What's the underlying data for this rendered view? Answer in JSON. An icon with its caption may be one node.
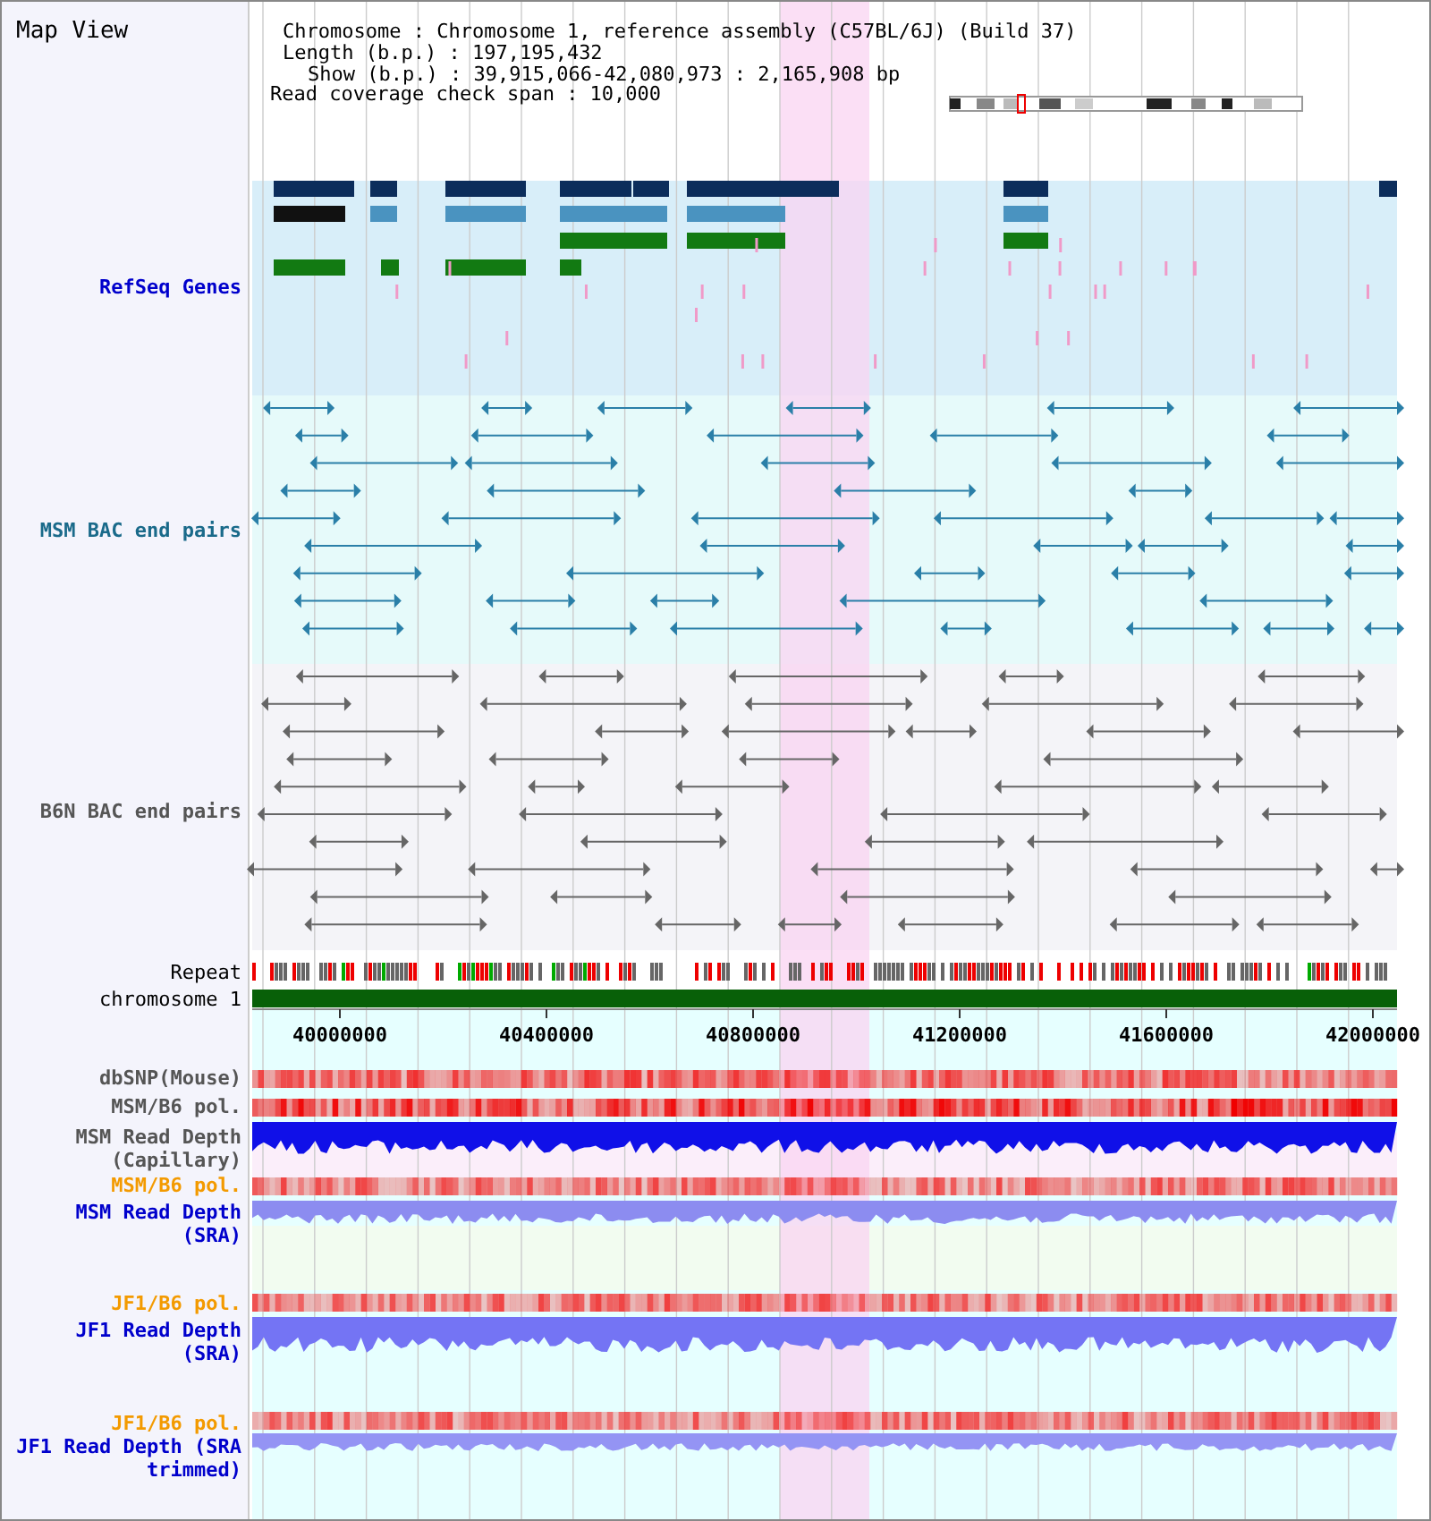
{
  "diagram": {
    "title": "Map View",
    "labels": [
      "Chromosome : Chromosome 1, reference assembly (C57BL/6J) (Build 37)",
      "Length (b.p.) : 197,195,432",
      "Show (b.p.) : 39,915,066-42,080,973 : 2,165,908 bp",
      "Read coverage check span : 10,000",
      "RefSeq Genes",
      "MSM BAC end pairs",
      "B6N BAC end pairs",
      "Repeat",
      "chromosome 1",
      "40000000",
      "40400000",
      "40800000",
      "41200000",
      "41600000",
      "42000000",
      "dbSNP(Mouse)",
      "MSM/B6 pol.",
      "MSM Read Depth (Capillary)",
      "MSM/B6 pol.",
      "MSM Read Depth (SRA)",
      "JF1/B6 pol.",
      "JF1 Read Depth (SRA)",
      "JF1/B6 pol.",
      "JF1 Read Depth (SRA trimmed)"
    ]
  }
}
